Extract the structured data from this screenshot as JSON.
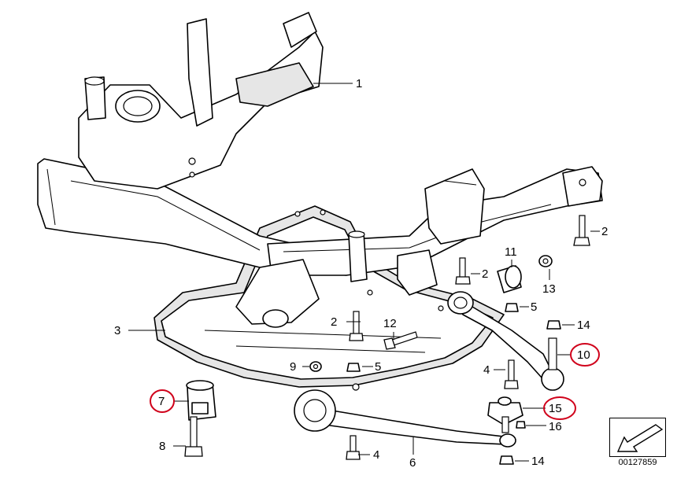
{
  "callouts": {
    "c1": "1",
    "c2a": "2",
    "c2b": "2",
    "c2c": "2",
    "c3": "3",
    "c4a": "4",
    "c4b": "4",
    "c5a": "5",
    "c5b": "5",
    "c6": "6",
    "c7": "7",
    "c8": "8",
    "c9": "9",
    "c10": "10",
    "c11": "11",
    "c12": "12",
    "c13": "13",
    "c14a": "14",
    "c14b": "14",
    "c15": "15",
    "c16": "16"
  },
  "highlighted_callouts": [
    "7",
    "10",
    "15"
  ],
  "highlight_color": "#d0021b",
  "doc_number": "00127859",
  "doc_icon": "arrow-down-left-icon"
}
